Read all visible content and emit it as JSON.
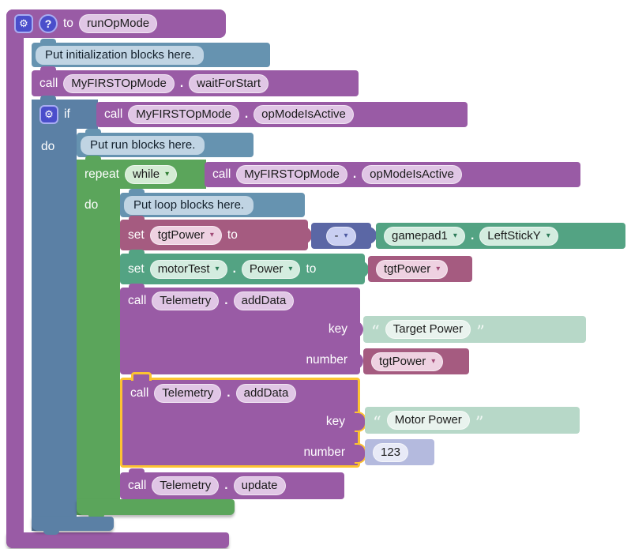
{
  "icons": {
    "gear": "⚙",
    "help": "?",
    "dropdown": "▾",
    "quote_open": "“",
    "quote_close": "”",
    "dot": "."
  },
  "labels": {
    "to": "to",
    "call": "call",
    "if": "if",
    "do": "do",
    "repeat": "repeat",
    "set": "set",
    "key": "key",
    "number": "number"
  },
  "function_block": {
    "name": "runOpMode"
  },
  "comments": {
    "init": "Put initialization blocks here.",
    "run": "Put run blocks here.",
    "loop": "Put loop blocks here."
  },
  "op_mode": {
    "object": "MyFIRSTOpMode",
    "wait_method": "waitForStart",
    "active_method": "opModeIsActive"
  },
  "repeat_block": {
    "mode": "while"
  },
  "set_tgt_power": {
    "variable": "tgtPower",
    "operator": "-",
    "gamepad": "gamepad1",
    "axis": "LeftStickY"
  },
  "set_motor_power": {
    "device": "motorTest",
    "property": "Power",
    "value_variable": "tgtPower"
  },
  "telemetry": {
    "object": "Telemetry",
    "add_data_method": "addData",
    "update_method": "update",
    "entry1": {
      "key_text": "Target Power",
      "number_variable": "tgtPower"
    },
    "entry2": {
      "key_text": "Motor Power",
      "number_value": "123"
    }
  },
  "colors": {
    "procedure_purple": "#995ba5",
    "logic_blue": "#5b80a5",
    "comment_blue": "#6693b0",
    "loop_green": "#5ba55b",
    "hardware_teal": "#53a383",
    "variable_rose": "#a55b80",
    "math_indigo": "#5b67a5",
    "text_block": "#b7d8c8",
    "number_block": "#b4bade",
    "selection_yellow": "#fdc332",
    "icon_indigo": "#4a4ecb"
  }
}
